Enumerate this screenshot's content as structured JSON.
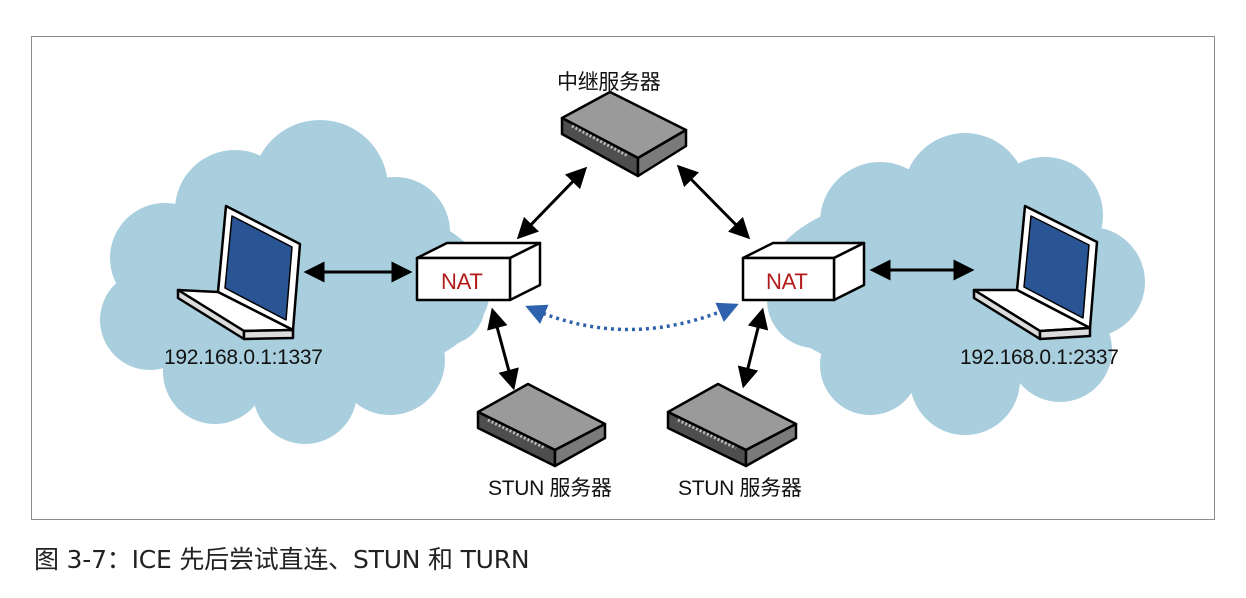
{
  "diagram": {
    "relay_server_label": "中继服务器",
    "nat_left_label": "NAT",
    "nat_right_label": "NAT",
    "host_left_address": "192.168.0.1:1337",
    "host_right_address": "192.168.0.1:2337",
    "stun_left_label": "STUN 服务器",
    "stun_right_label": "STUN 服务器"
  },
  "caption": "图 3-7：ICE 先后尝试直连、STUN 和 TURN",
  "colors": {
    "cloud": "#a9cede",
    "cloud_edge": "#9ac3d6",
    "nat_text": "#b31b1b",
    "direct_link": "#2f62ad",
    "arrow": "#000000",
    "server_top": "#9a9a9a",
    "server_side": "#4e4e4e",
    "screen": "#2a5595"
  },
  "icons": [
    "laptop-icon",
    "nat-router-icon",
    "server-icon",
    "cloud-icon"
  ]
}
